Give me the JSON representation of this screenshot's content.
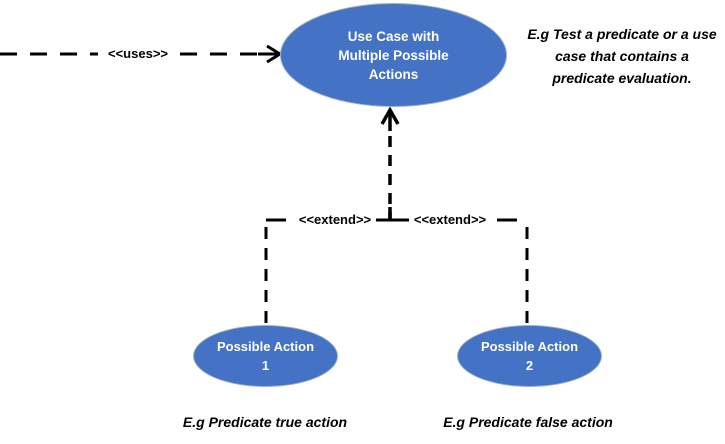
{
  "diagram": {
    "kind": "uml-use-case-diagram"
  },
  "nodes": {
    "main_use_case": {
      "lines": [
        "Use Case with",
        "Multiple Possible",
        "Actions"
      ]
    },
    "possible_action_1": {
      "lines": [
        "Possible Action",
        "1"
      ]
    },
    "possible_action_2": {
      "lines": [
        "Possible Action",
        "2"
      ]
    }
  },
  "connectors": {
    "uses": {
      "label": "<<uses>>"
    },
    "extend_left": {
      "label": "<<extend>>"
    },
    "extend_right": {
      "label": "<<extend>>"
    }
  },
  "notes": {
    "main": {
      "lines": [
        "E.g Test a predicate or a use",
        "case that contains a",
        "predicate evaluation."
      ]
    },
    "action_1": "E.g Predicate true action",
    "action_2": "E.g Predicate false action"
  },
  "colors": {
    "node_fill": "#4472C4",
    "node_border": "#9EAFCB",
    "node_text": "#FFFFFF",
    "connector": "#000000",
    "note_text": "#000000",
    "background": "#FFFFFF"
  }
}
